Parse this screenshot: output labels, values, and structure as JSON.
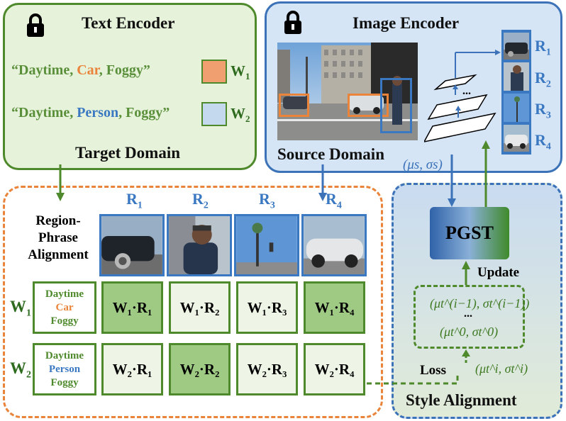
{
  "text_encoder": {
    "title": "Text Encoder",
    "phrase1": {
      "open": "“Daytime, ",
      "object": "Car",
      "close": ", Foggy”"
    },
    "phrase2": {
      "open": "“Daytime, ",
      "object": "Person",
      "close": ", Foggy”"
    },
    "w1": "W",
    "w1_sub": "1",
    "w2": "W",
    "w2_sub": "2",
    "domain_label": "Target Domain"
  },
  "image_encoder": {
    "title": "Image Encoder",
    "ellipsis": "...",
    "domain_label": "Source Domain",
    "stats": "(μs, σs)",
    "regions": [
      {
        "label": "R",
        "sub": "1"
      },
      {
        "label": "R",
        "sub": "2"
      },
      {
        "label": "R",
        "sub": "3"
      },
      {
        "label": "R",
        "sub": "4"
      }
    ]
  },
  "alignment": {
    "heading_line1": "Region-",
    "heading_line2": "Phrase",
    "heading_line3": "Alignment",
    "columns": [
      {
        "label": "R",
        "sub": "1"
      },
      {
        "label": "R",
        "sub": "2"
      },
      {
        "label": "R",
        "sub": "3"
      },
      {
        "label": "R",
        "sub": "4"
      }
    ],
    "rows": [
      {
        "label": "W",
        "sub": "1",
        "words": [
          "Daytime",
          "Car",
          "Foggy"
        ],
        "cells": [
          "W₁·R₁",
          "W₁·R₂",
          "W₁·R₃",
          "W₁·R₄"
        ]
      },
      {
        "label": "W",
        "sub": "2",
        "words": [
          "Daytime",
          "Person",
          "Foggy"
        ],
        "cells": [
          "W₂·R₁",
          "W₂·R₂",
          "W₂·R₃",
          "W₂·R₄"
        ]
      }
    ]
  },
  "style": {
    "pgst": "PGST",
    "update": "Update",
    "loss": "Loss",
    "memory_top": "(μt^(i−1), σt^(i−1))",
    "memory_dots": "...",
    "memory_bottom": "(μt^0, σt^0)",
    "current": "(μt^i, σt^i)",
    "label": "Style Alignment"
  },
  "colors": {
    "green": "#4e8a2c",
    "blue": "#3b72b8",
    "orange": "#e9843a",
    "orange_fill": "#f0a070",
    "blue_fill": "#c4d8ee"
  }
}
